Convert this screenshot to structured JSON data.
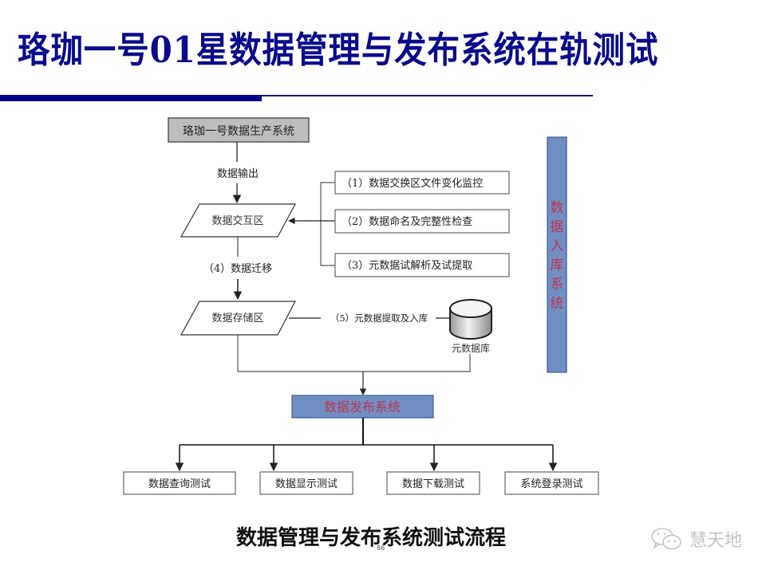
{
  "slide": {
    "title": "珞珈一号01星数据管理与发布系统在轨测试",
    "caption": "数据管理与发布系统测试流程",
    "page_number": "86",
    "watermark": "慧天地",
    "watermark_icon": "wechat-icon"
  },
  "colors": {
    "title": "#0b0b8c",
    "accent_bar": "#00008b",
    "system_box_fill": "#6f8fc4",
    "system_box_text": "#c0344f",
    "source_box_fill": "#bdbdbd"
  },
  "diagram": {
    "source_system": "珞珈一号数据生产系统",
    "edge_output": "数据输出",
    "exchange_zone": "数据交互区",
    "checks": [
      "（1）数据交换区文件变化监控",
      "（2）数据命名及完整性检查",
      "（3）元数据试解析及试提取"
    ],
    "edge_migration": "（4）数据迁移",
    "storage_zone": "数据存储区",
    "edge_metadata": "（5）元数据提取及入库",
    "metadata_db": "元数据库",
    "ingest_system": [
      "数",
      "据",
      "入",
      "库",
      "系",
      "统"
    ],
    "publish_system": "数据发布系统",
    "tests": [
      "数据查询测试",
      "数据显示测试",
      "数据下载测试",
      "系统登录测试"
    ]
  }
}
